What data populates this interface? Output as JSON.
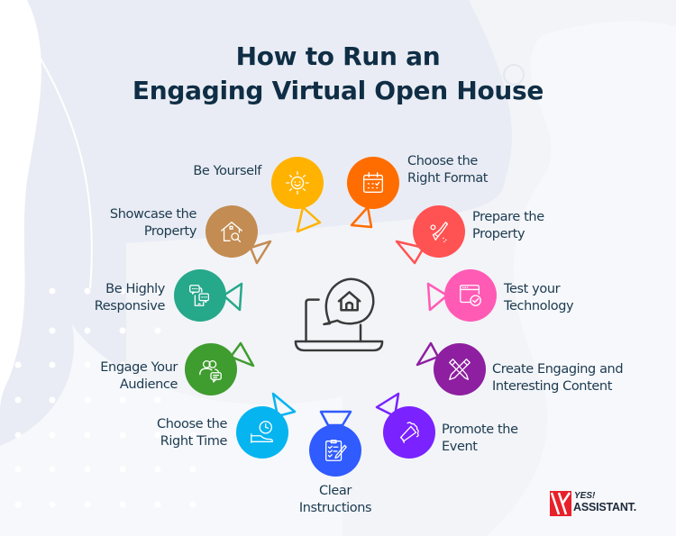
{
  "title": {
    "line1": "How to Run an",
    "line2": "Engaging Virtual Open House"
  },
  "center_icon": "laptop-house-chat-icon",
  "steps": [
    {
      "label_line1": "Be Yourself",
      "label_line2": "",
      "icon": "smiling-sun-icon",
      "color": "#FFB300"
    },
    {
      "label_line1": "Choose the",
      "label_line2": "Right Format",
      "icon": "calendar-icon",
      "color": "#FF6D00"
    },
    {
      "label_line1": "Showcase the",
      "label_line2": "Property",
      "icon": "house-search-icon",
      "color": "#C38C52"
    },
    {
      "label_line1": "Prepare the",
      "label_line2": "Property",
      "icon": "broom-icon",
      "color": "#FF5252"
    },
    {
      "label_line1": "Be Highly",
      "label_line2": "Responsive",
      "icon": "phone-chat-icon",
      "color": "#26A88A"
    },
    {
      "label_line1": "Test your",
      "label_line2": "Technology",
      "icon": "browser-check-icon",
      "color": "#FF5BB5"
    },
    {
      "label_line1": "Engage Your",
      "label_line2": "Audience",
      "icon": "users-chat-icon",
      "color": "#3F9C2E"
    },
    {
      "label_line1": "Create Engaging and",
      "label_line2": "Interesting Content",
      "icon": "pencil-cross-icon",
      "color": "#8E1FA0"
    },
    {
      "label_line1": "Choose the",
      "label_line2": "Right Time",
      "icon": "clock-hand-icon",
      "color": "#06B4F0"
    },
    {
      "label_line1": "Promote the",
      "label_line2": "Event",
      "icon": "megaphone-icon",
      "color": "#7A22FF"
    },
    {
      "label_line1": "Clear",
      "label_line2": "Instructions",
      "icon": "clipboard-checklist-icon",
      "color": "#2F5BFF"
    }
  ],
  "logo": {
    "mark_color": "#E8202A",
    "line1": "YES!",
    "line2": "ASSISTANT."
  }
}
